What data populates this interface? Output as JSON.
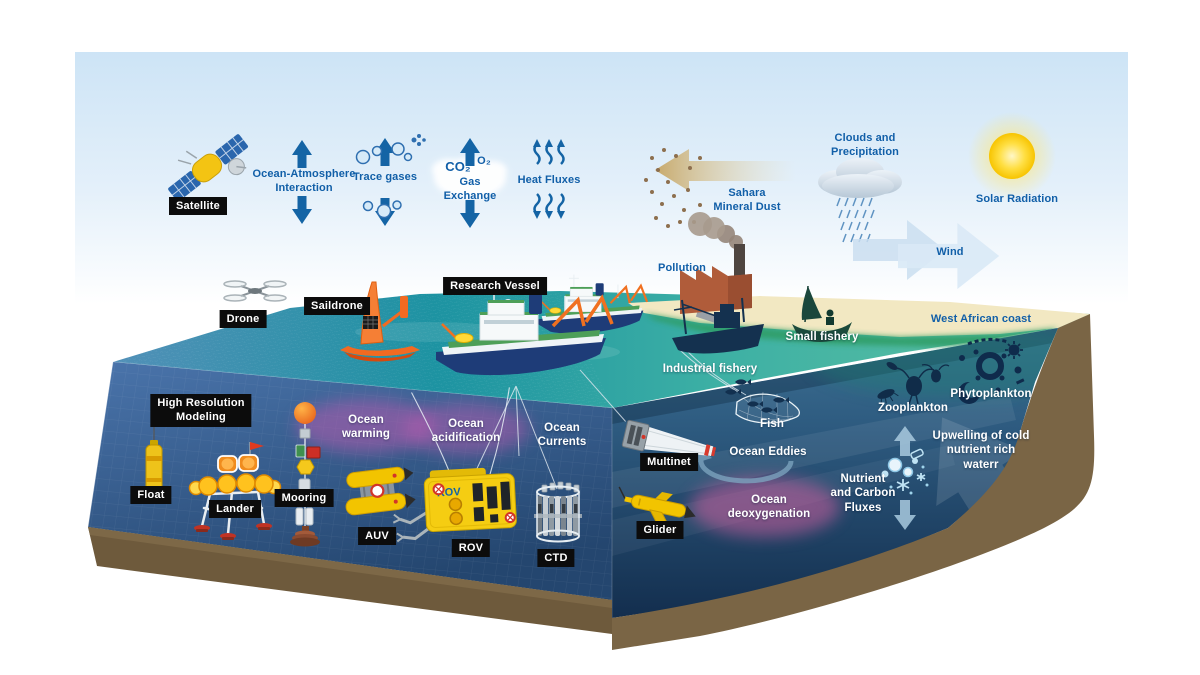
{
  "colors": {
    "label_bg": "#0c0c0c",
    "sky_text_blue": "#115fa8",
    "arrow_blue": "#1464a5",
    "saildrone_orange": "#f26a21",
    "equipment_yellow": "#f2c400",
    "warming_magenta": "#b65caf",
    "sand": "#f2e8c2",
    "seafloor_brown": "#6e5a3c",
    "deep_ocean": "#16304f"
  },
  "atmosphere": {
    "satellite_label": "Satellite",
    "ocean_atmosphere_label": "Ocean-Atmosphere\nInteraction",
    "trace_gases_label": "Trace gases",
    "co2_label": "CO₂",
    "o2_label": "O₂",
    "gas_exchange_label": "Gas\nExchange",
    "heat_fluxes_label": "Heat Fluxes",
    "sahara_label": "Sahara\nMineral Dust",
    "clouds_label": "Clouds and\nPrecipitation",
    "solar_label": "Solar Radiation",
    "wind_label": "Wind",
    "pollution_label": "Pollution"
  },
  "surface": {
    "drone_label": "Drone",
    "saildrone_label": "Saildrone",
    "research_vessel_label": "Research Vessel",
    "industrial_fishery_label": "Industrial fishery",
    "small_fishery_label": "Small fishery",
    "coast_label": "West African coast"
  },
  "underwater": {
    "high_res_modeling_label": "High Resolution\nModeling",
    "float_label": "Float",
    "lander_label": "Lander",
    "mooring_label": "Mooring",
    "auv_label": "AUV",
    "rov_label": "ROV",
    "rov_body_text": "ROV",
    "ctd_label": "CTD",
    "multinet_label": "Multinet",
    "glider_label": "Glider",
    "fish_label": "Fish",
    "zooplankton_label": "Zooplankton",
    "phytoplankton_label": "Phytoplankton",
    "ocean_warming_label": "Ocean\nwarming",
    "ocean_acidification_label": "Ocean\nacidification",
    "ocean_currents_label": "Ocean\nCurrents",
    "ocean_eddies_label": "Ocean Eddies",
    "ocean_deoxygenation_label": "Ocean\ndeoxygenation",
    "nutrient_fluxes_label": "Nutrient\nand Carbon\nFluxes",
    "upwelling_label": "Upwelling of cold\nnutrient rich\nwaterr"
  }
}
